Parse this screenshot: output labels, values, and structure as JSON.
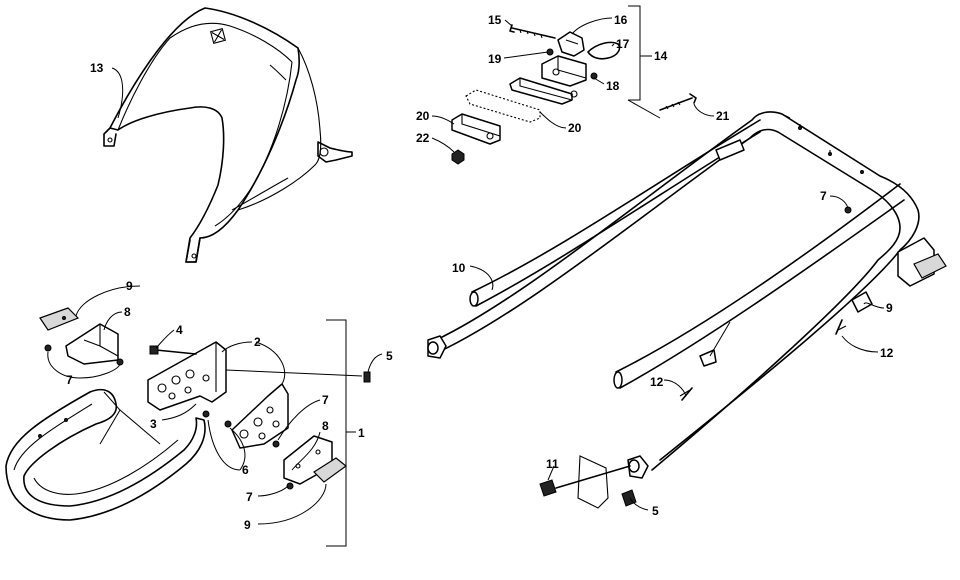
{
  "diagram": {
    "callouts": {
      "c1": "1",
      "c2": "2",
      "c3": "3",
      "c4": "4",
      "c5a": "5",
      "c5b": "5",
      "c6": "6",
      "c7a": "7",
      "c7b": "7",
      "c7c": "7",
      "c7d": "7",
      "c8a": "8",
      "c8b": "8",
      "c9a": "9",
      "c9b": "9",
      "c9c": "9",
      "c10": "10",
      "c11": "11",
      "c12a": "12",
      "c12b": "12",
      "c13": "13",
      "c14": "14",
      "c15": "15",
      "c16": "16",
      "c17": "17",
      "c18": "18",
      "c19": "19",
      "c20a": "20",
      "c20b": "20",
      "c21": "21",
      "c22": "22"
    }
  }
}
